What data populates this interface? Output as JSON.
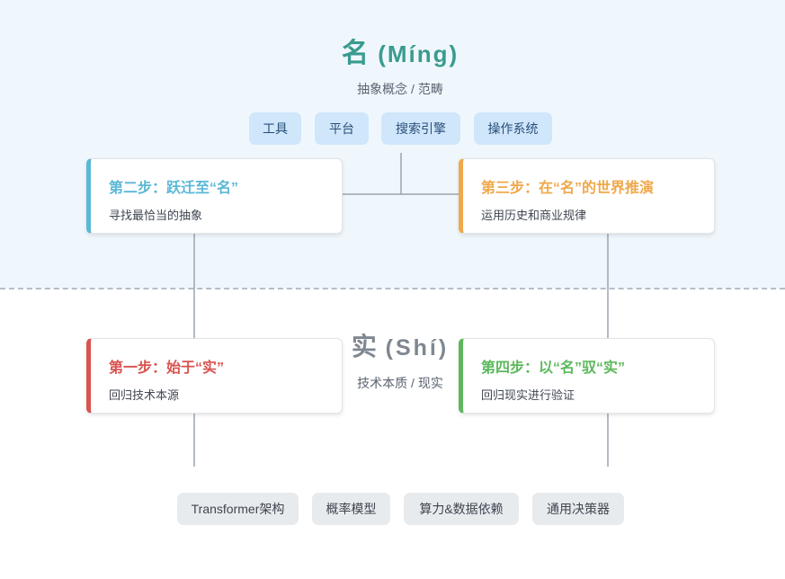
{
  "ming": {
    "char": "名",
    "latin": "(Míng)",
    "subtitle": "抽象概念 / 范畴",
    "chips": [
      "工具",
      "平台",
      "搜索引擎",
      "操作系统"
    ]
  },
  "shi": {
    "char": "实",
    "latin": "(Shí)",
    "subtitle": "技术本质 / 现实",
    "chips": [
      "Transformer架构",
      "概率模型",
      "算力&数据依赖",
      "通用决策器"
    ]
  },
  "steps": {
    "step2": {
      "title": "第二步：跃迁至“名”",
      "desc": "寻找最恰当的抽象",
      "color": "#5bb8d6"
    },
    "step3": {
      "title": "第三步：在“名”的世界推演",
      "desc": "运用历史和商业规律",
      "color": "#f0a84a"
    },
    "step1": {
      "title": "第一步：始于“实”",
      "desc": "回归技术本源",
      "color": "#d9534f"
    },
    "step4": {
      "title": "第四步：以“名”驭“实”",
      "desc": "回归现实进行验证",
      "color": "#5cb85c"
    }
  },
  "colors": {
    "ming_title": "#3a9b8e",
    "shi_title": "#7f8790",
    "top_band": "#eff7fd",
    "chip_top_bg": "#cfe6fb",
    "chip_bottom_bg": "#e8ebee",
    "connector": "#9aa4ae"
  }
}
